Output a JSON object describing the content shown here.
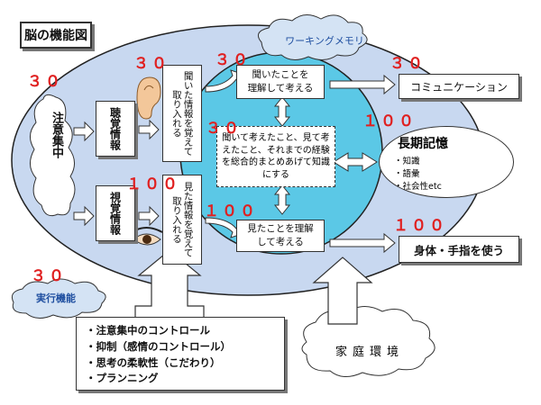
{
  "title": "脳の機能図",
  "working_memory": "ワーキングメモリ",
  "executive_function": "実行機能",
  "attention": "注意集中",
  "auditory_info": "聴覚情報",
  "visual_info": "視覚情報",
  "take_in_heard": "聞いた情報を覚えて取り入れる",
  "take_in_seen": "見た情報を覚えて取り入れる",
  "understand_heard": "聞いたことを\n理解して考える",
  "integrate": "聞いて考えたこと、見て考えたこと、それまでの経験を総合的まとめあげて知識にする",
  "understand_seen": "見たことを理解\nして考える",
  "communication": "コミュニケーション",
  "long_term_memory": {
    "title": "長期記憶",
    "items": [
      "・知識",
      "・語彙",
      "・社会性etc"
    ]
  },
  "body_fingers": "身体・手指を使う",
  "exec_items": [
    "・注意集中のコントロール",
    "・抑制（感情のコントロール）",
    "・思考の柔軟性（こだわり）",
    "・プランニング"
  ],
  "home_environment": "家庭環境",
  "scores": {
    "attention": "３０",
    "take_in_heard": "３０",
    "understand_heard": "３０",
    "communication": "３０",
    "integrate": "３０",
    "long_term_memory": "１００",
    "take_in_seen": "１００",
    "understand_seen": "１００",
    "body_fingers": "１００",
    "executive_function": "３０"
  },
  "colors": {
    "outer_ellipse": "#c8d8f0",
    "inner_circle": "#5bc8e6",
    "cloud": "#d4e3f4",
    "score": "#e02020"
  }
}
